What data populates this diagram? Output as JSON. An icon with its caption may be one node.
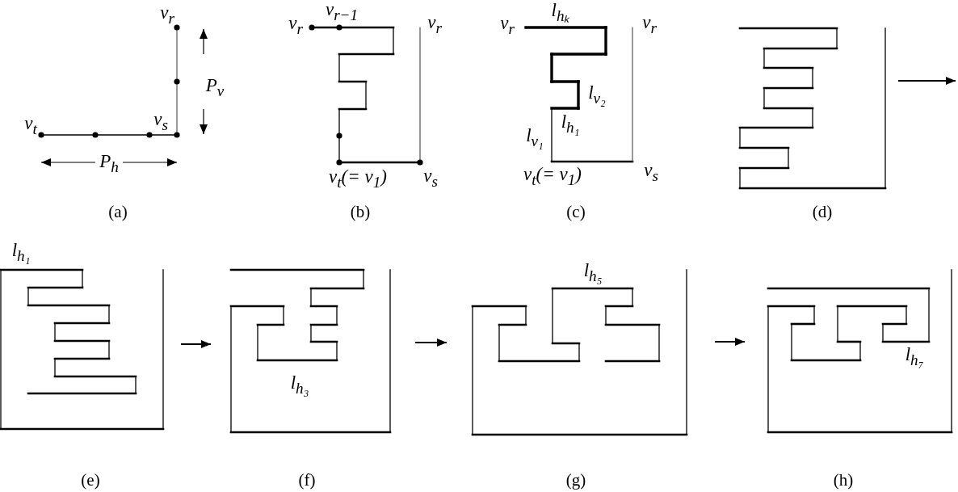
{
  "diagram": {
    "nodes": [
      {
        "text": [
          "(a)"
        ]
      },
      {
        "text": [
          "(b)"
        ]
      },
      {
        "text": [
          "(c)"
        ]
      },
      {
        "text": [
          "(d)"
        ]
      },
      {
        "text": [
          "(e)"
        ]
      },
      {
        "text": [
          "(f)"
        ]
      },
      {
        "text": [
          "(g)"
        ]
      },
      {
        "text": [
          "(h)"
        ]
      }
    ],
    "edges": [
      {
        "from": 3,
        "to": null,
        "arrow": "to"
      },
      {
        "from": 4,
        "to": 5,
        "arrow": "to"
      },
      {
        "from": 5,
        "to": 6,
        "arrow": "to"
      },
      {
        "from": 6,
        "to": 7,
        "arrow": "to"
      }
    ],
    "labels": [
      "v$_{r}$",
      "P$_{v}$",
      "v$_{t}$",
      "v$_{s}$",
      "P$_{h}$",
      "v$_{r−1}$",
      "v$_{r}$",
      "v$_{r}$",
      "v$_{t}$(= v$_{1}$)",
      "v$_{s}$",
      "v$_{r}$",
      "l$_{hₖ}$",
      "v$_{r}$",
      "l$_{v₂}$",
      "l$_{h₁}$",
      "l$_{v₁}$",
      "v$_{t}$(= v$_{1}$)",
      "v$_{s}$",
      "l$_{h₁}$",
      "l$_{h₃}$",
      "l$_{h₅}$",
      "l$_{h₇}$"
    ]
  }
}
